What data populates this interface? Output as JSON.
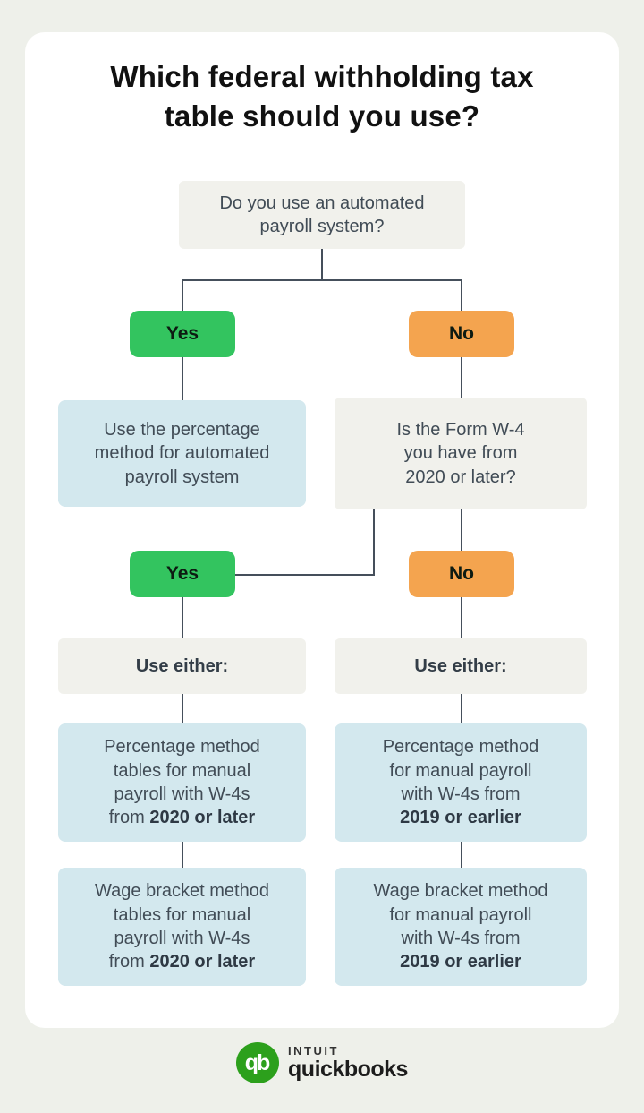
{
  "title": {
    "lines": [
      [
        "Which federal withholding tax"
      ],
      [
        "table should you use?"
      ]
    ]
  },
  "flow": {
    "q1": {
      "lines": [
        [
          "Do you use an automated"
        ],
        [
          "payroll system?"
        ]
      ]
    },
    "branch1": {
      "yes_label": "Yes",
      "no_label": "No"
    },
    "auto_result": {
      "lines": [
        [
          "Use the percentage"
        ],
        [
          "method for automated"
        ],
        [
          "payroll system"
        ]
      ]
    },
    "q2": {
      "lines": [
        [
          "Is the Form W-4"
        ],
        [
          "you have from"
        ],
        [
          "2020 or later?"
        ]
      ]
    },
    "branch2": {
      "yes_label": "Yes",
      "no_label": "No"
    },
    "use_either_left": "Use either:",
    "use_either_right": "Use either:",
    "percentage_left": {
      "lines": [
        [
          "Percentage method"
        ],
        [
          "tables for manual"
        ],
        [
          "payroll with W-4s"
        ],
        [
          "from ",
          {
            "b": "2020 or later"
          }
        ]
      ]
    },
    "percentage_right": {
      "lines": [
        [
          "Percentage method"
        ],
        [
          "for manual payroll"
        ],
        [
          "with W-4s from"
        ],
        [
          {
            "b": "2019 or earlier"
          }
        ]
      ]
    },
    "wage_left": {
      "lines": [
        [
          "Wage bracket method"
        ],
        [
          "tables for manual"
        ],
        [
          "payroll with W-4s"
        ],
        [
          "from ",
          {
            "b": "2020 or later"
          }
        ]
      ]
    },
    "wage_right": {
      "lines": [
        [
          "Wage bracket method"
        ],
        [
          "for manual payroll"
        ],
        [
          "with W-4s from"
        ],
        [
          {
            "b": "2019 or earlier"
          }
        ]
      ]
    }
  },
  "footer": {
    "monogram": "qb",
    "brand_top": "INTUIT",
    "brand_bottom": "quickbooks"
  },
  "colors": {
    "page_background": "#eef0ea",
    "card_background": "#ffffff",
    "question_gray": "#f1f1ec",
    "result_blue": "#d3e8ee",
    "yes_green": "#33c45f",
    "no_orange": "#f4a44f",
    "connector": "#454f5b",
    "quickbooks_green": "#2ca01c",
    "title_text": "#111111",
    "body_text": "#414c56"
  }
}
